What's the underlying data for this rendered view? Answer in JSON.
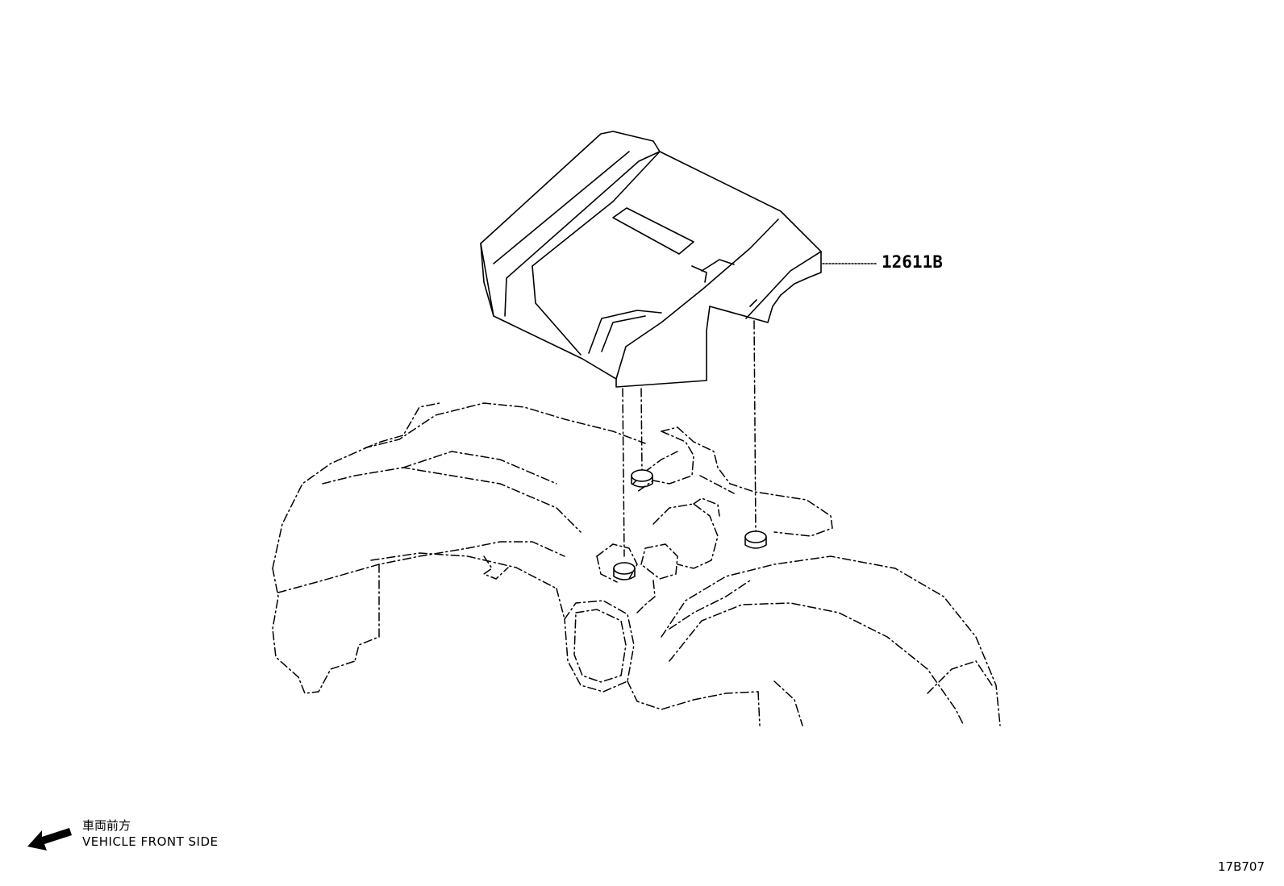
{
  "callouts": [
    {
      "part_number": "12611B"
    }
  ],
  "orientation": {
    "label_jp": "車両前方",
    "label_en": "VEHICLE FRONT SIDE",
    "arrow_icon": "arrow-left-down-icon"
  },
  "figure_code": "17B707"
}
